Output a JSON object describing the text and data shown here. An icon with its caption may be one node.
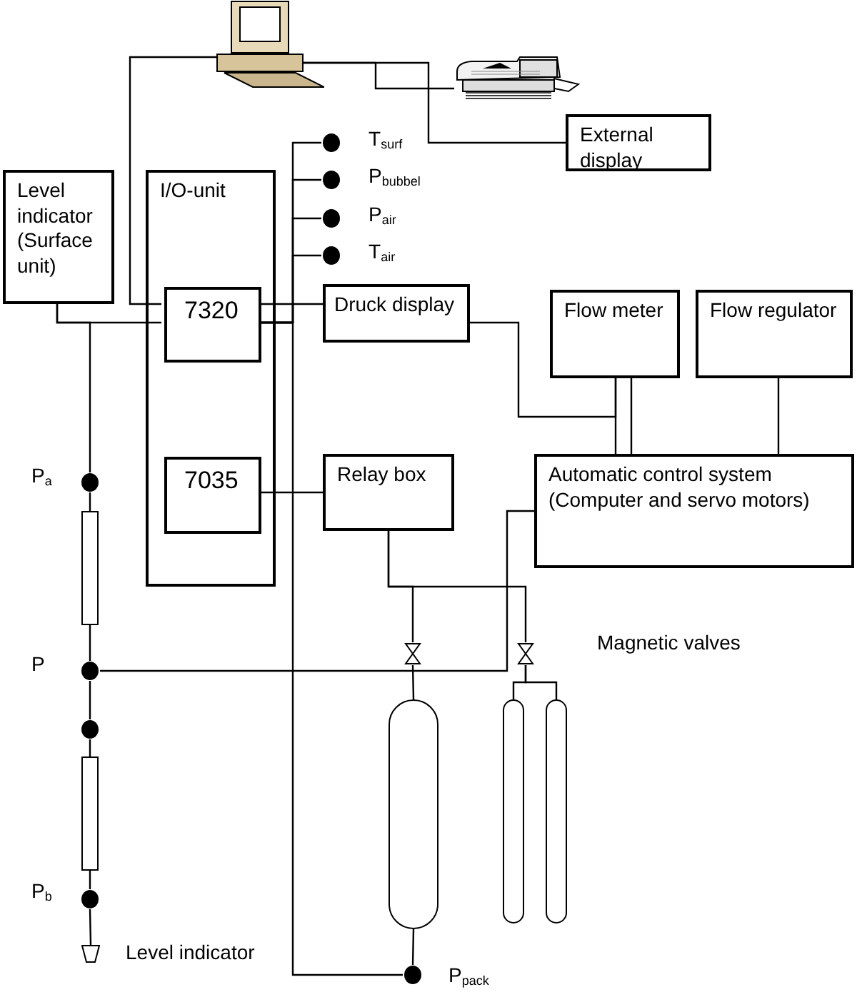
{
  "diagram": {
    "nodes": [
      {
        "text": [],
        "shape": "picture"
      },
      {
        "text": [],
        "shape": "picture"
      },
      {
        "text": [
          "External display"
        ]
      },
      {
        "text": [],
        "shape": "circle",
        "beside": [
          "T$_{surf}$"
        ]
      },
      {
        "text": [],
        "shape": "circle",
        "beside": [
          "P$_{bubbel}$"
        ]
      },
      {
        "text": [],
        "shape": "circle",
        "beside": [
          "P$_{air}$"
        ]
      },
      {
        "text": [],
        "shape": "circle",
        "beside": [
          "T$_{air}$"
        ]
      },
      {
        "text": [
          "Level indicator (Surface unit)"
        ]
      },
      {
        "text": [
          "I/O-unit"
        ]
      },
      {
        "text": [
          "7320"
        ],
        "in": 8
      },
      {
        "text": [
          "Druck display"
        ]
      },
      {
        "text": [
          "Flow meter"
        ]
      },
      {
        "text": [
          "Flow regulator"
        ]
      },
      {
        "text": [],
        "shape": "circle",
        "beside": [
          "P$_{a}$"
        ]
      },
      {
        "text": [
          "7035"
        ],
        "in": 8
      },
      {
        "text": [
          "Relay box"
        ]
      },
      {
        "text": [
          "Automatic control system (Computer and servo motors)"
        ]
      },
      {
        "text": [],
        "shape": "bar"
      },
      {
        "text": [],
        "shape": "valve"
      },
      {
        "text": [],
        "shape": "valve"
      },
      {
        "text": [],
        "shape": "circle",
        "beside": [
          "P"
        ]
      },
      {
        "text": [],
        "shape": "circle"
      },
      {
        "text": [],
        "shape": "cylinder"
      },
      {
        "text": [],
        "shape": "cylinder"
      },
      {
        "text": [],
        "shape": "cylinder"
      },
      {
        "text": [],
        "shape": "bar"
      },
      {
        "text": [],
        "shape": "circle",
        "beside": [
          "P$_{b}$"
        ]
      },
      {
        "text": [],
        "shape": "cone",
        "beside": [
          "Level indicator"
        ]
      },
      {
        "text": [],
        "shape": "circle",
        "beside": [
          "P$_{pack}$"
        ]
      }
    ],
    "edges": [
      {
        "from": 0,
        "to": 9,
        "arrow": "none"
      },
      {
        "from": 0,
        "to": 1,
        "arrow": "none"
      },
      {
        "from": 0,
        "to": 2,
        "arrow": "none"
      },
      {
        "from": 7,
        "to": 9,
        "arrow": "none"
      },
      {
        "from": 7,
        "to": 13,
        "arrow": "none"
      },
      {
        "from": 13,
        "to": 17,
        "arrow": "none"
      },
      {
        "from": 17,
        "to": 20,
        "arrow": "none"
      },
      {
        "from": 20,
        "to": 21,
        "arrow": "none"
      },
      {
        "from": 21,
        "to": 25,
        "arrow": "none"
      },
      {
        "from": 25,
        "to": 26,
        "arrow": "none"
      },
      {
        "from": 26,
        "to": 27,
        "arrow": "none"
      },
      {
        "from": 20,
        "to": 16,
        "arrow": "none"
      },
      {
        "from": 9,
        "to": 10,
        "arrow": "none"
      },
      {
        "from": 9,
        "to": 3,
        "arrow": "none"
      },
      {
        "from": 9,
        "to": 4,
        "arrow": "none"
      },
      {
        "from": 9,
        "to": 5,
        "arrow": "none"
      },
      {
        "from": 9,
        "to": 6,
        "arrow": "none"
      },
      {
        "from": 9,
        "to": 28,
        "arrow": "none"
      },
      {
        "from": 10,
        "to": 11,
        "arrow": "none"
      },
      {
        "from": 11,
        "to": 16,
        "arrow": "none"
      },
      {
        "from": 11,
        "to": 16,
        "arrow": "none"
      },
      {
        "from": 12,
        "to": 16,
        "arrow": "none"
      },
      {
        "from": 14,
        "to": 15,
        "arrow": "none"
      },
      {
        "from": 15,
        "to": 18,
        "arrow": "none"
      },
      {
        "from": 15,
        "to": 19,
        "arrow": "none"
      },
      {
        "from": 18,
        "to": 22,
        "arrow": "none"
      },
      {
        "from": 19,
        "to": 23,
        "arrow": "none"
      },
      {
        "from": 19,
        "to": 24,
        "arrow": "none"
      },
      {
        "from": 22,
        "to": 28,
        "arrow": "none"
      }
    ],
    "labels": [
      "Magnetic valves"
    ]
  }
}
